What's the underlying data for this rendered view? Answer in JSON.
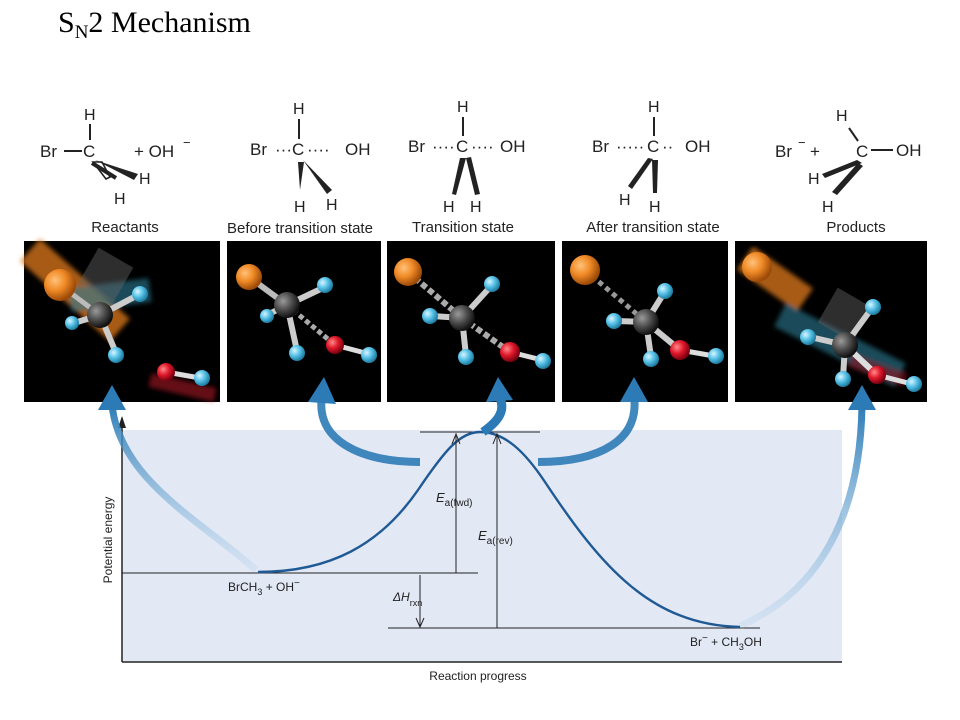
{
  "title": {
    "main": "S",
    "sub": "N",
    "rest": "2 Mechanism"
  },
  "stages": [
    {
      "label": "Reactants"
    },
    {
      "label": "Before transition state"
    },
    {
      "label": "Transition state"
    },
    {
      "label": "After  transition state"
    },
    {
      "label": "Products"
    }
  ],
  "structures": {
    "br": "Br",
    "c": "C",
    "h": "H",
    "oh": "OH",
    "oh_minus": "+ OH",
    "minus": "−",
    "br_minus": "Br",
    "plus": "+"
  },
  "energy_diagram": {
    "y_axis_label": "Potential energy",
    "x_axis_label": "Reaction progress",
    "reactants_label": {
      "a": "BrCH",
      "a_sub": "3",
      "b": " + OH",
      "b_sup": "−"
    },
    "products_label": {
      "a": "Br",
      "a_sup": "−",
      "b": " +  CH",
      "b_sub": "3",
      "c": "OH"
    },
    "ea_fwd": {
      "main": "E",
      "sub": "a(fwd)"
    },
    "ea_rev": {
      "main": "E",
      "sub": "a(rev)"
    },
    "dh_rxn": {
      "main": "ΔH",
      "sub": "rxn"
    },
    "colors": {
      "panel": "#e3e8f5",
      "curve": "#1f5a95",
      "arrow": "#2c7bb6"
    }
  }
}
